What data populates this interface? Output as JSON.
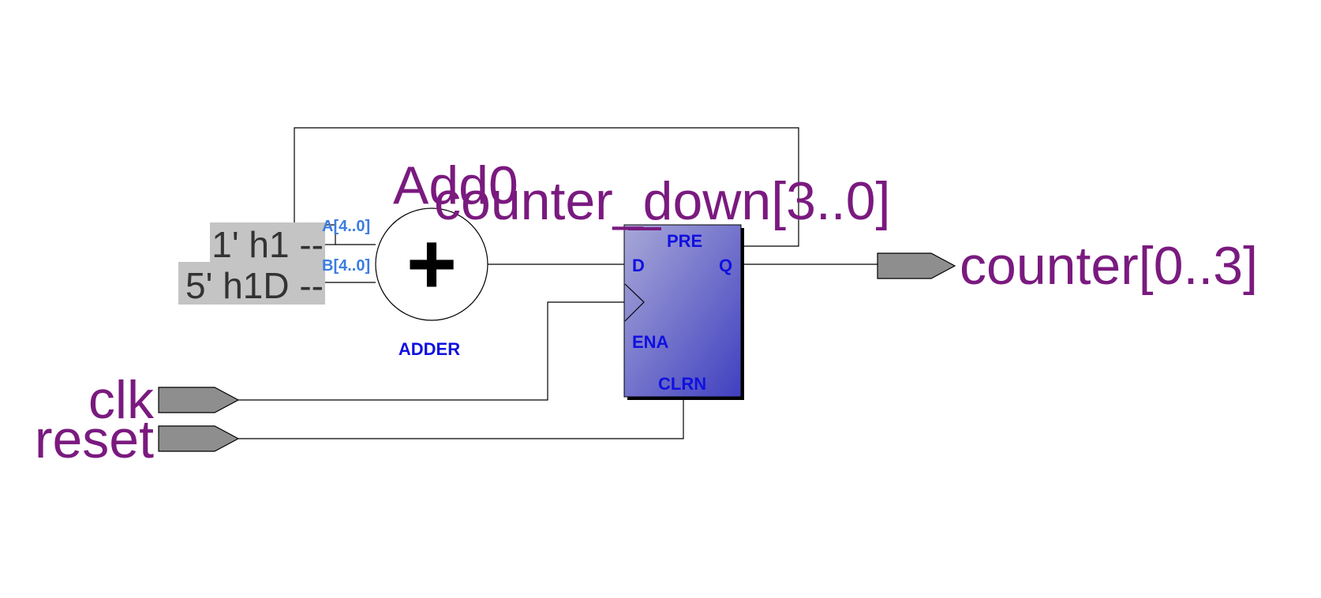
{
  "diagram": {
    "adder": {
      "instance_name": "Add0",
      "type_label": "ADDER",
      "symbol": "+",
      "ports": {
        "a": "A[4..0]",
        "b": "B[4..0]"
      }
    },
    "constants": {
      "a": "1' h1 --",
      "b": "5' h1D --"
    },
    "register": {
      "instance_name": "counter_down[3..0]",
      "pins": {
        "pre": "PRE",
        "d": "D",
        "q": "Q",
        "ena": "ENA",
        "clrn": "CLRN"
      }
    },
    "inputs": {
      "clk": "clk",
      "reset": "reset"
    },
    "outputs": {
      "counter": "counter[0..3]"
    },
    "colors": {
      "label": "#7a1a7f",
      "pin_text": "#1010e0",
      "port_text": "#3b7de0",
      "register_fill_top": "#a8a8d8",
      "register_fill_bottom": "#4040c0",
      "io_port_fill": "#8e8e8e",
      "constant_bg": "#c4c4c4"
    },
    "icons": {
      "clock_input": "triangle-clock-icon",
      "io_port": "pentagon-arrow-icon"
    }
  }
}
